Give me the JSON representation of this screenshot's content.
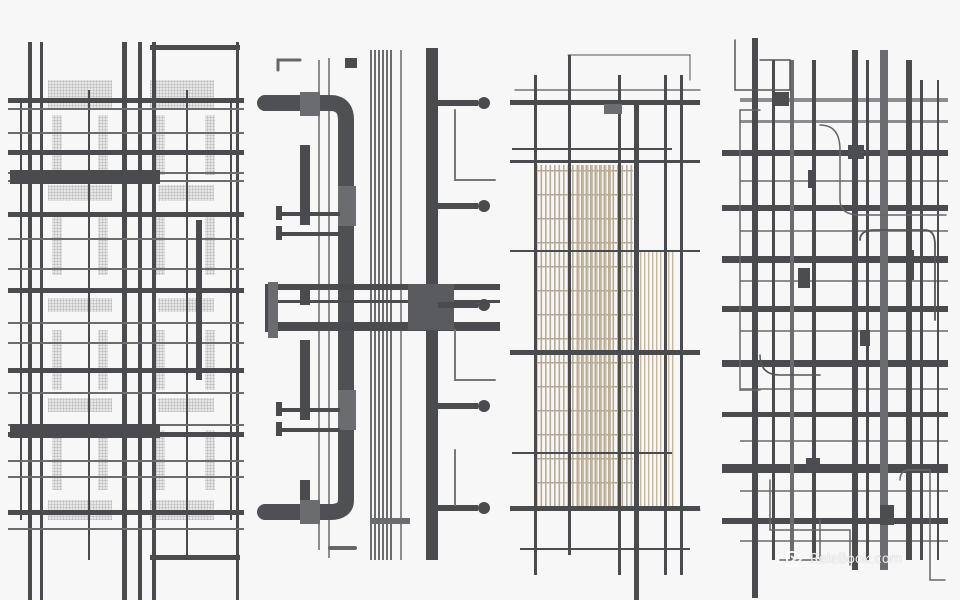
{
  "watermark": {
    "text": "ReleBook.com",
    "icon": "relebook-logo-icon"
  },
  "panels": [
    {
      "name": "pipe-panel-1",
      "style": "grid-with-mesh"
    },
    {
      "name": "pipe-panel-2",
      "style": "duct-with-branches"
    },
    {
      "name": "pipe-panel-3",
      "style": "cable-tray"
    },
    {
      "name": "pipe-panel-4",
      "style": "dense-conduit-grid"
    }
  ],
  "colors": {
    "background": "#f7f7f7",
    "pipe_dark": "#4a4b4e",
    "pipe_mid": "#6b6c70",
    "pipe_light": "#8c8d90",
    "mesh": "#9a9a9a",
    "tray_beige": "#b8ab96"
  }
}
